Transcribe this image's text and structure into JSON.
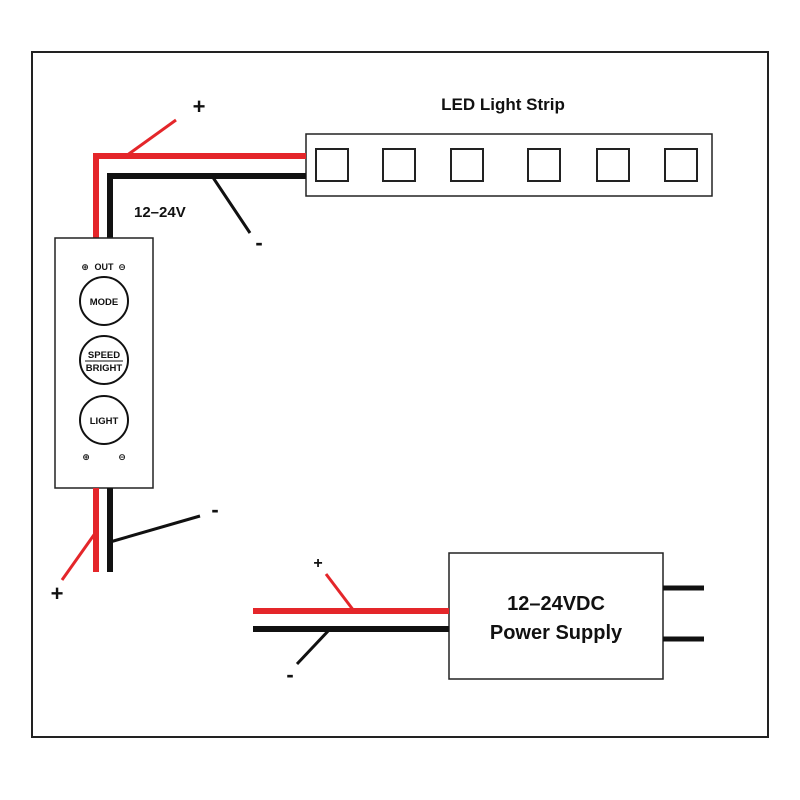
{
  "colors": {
    "positive_wire": "#e4262a",
    "negative_wire": "#111111",
    "outline": "#222222",
    "plus_sign": "#e4262a",
    "minus_sign": "#e4262a"
  },
  "led_strip": {
    "title": "LED Light Strip",
    "led_count": 6
  },
  "controller": {
    "voltage_label": "12–24V",
    "out_plus_symbol": "⊕",
    "out_label": "OUT",
    "out_minus_symbol": "⊖",
    "buttons": [
      {
        "line1": "MODE",
        "line2": ""
      },
      {
        "line1": "SPEED",
        "line2": "BRIGHT"
      },
      {
        "line1": "LIGHT",
        "line2": ""
      }
    ],
    "in_plus_symbol": "⊕",
    "in_minus_symbol": "⊖"
  },
  "power_supply": {
    "line1": "12–24VDC",
    "line2": "Power Supply"
  },
  "wire_signs": {
    "strip_plus": "+",
    "strip_minus": "-",
    "ctrl_in_plus": "+",
    "ctrl_in_minus": "-",
    "ps_plus": "+",
    "ps_minus": "-"
  }
}
